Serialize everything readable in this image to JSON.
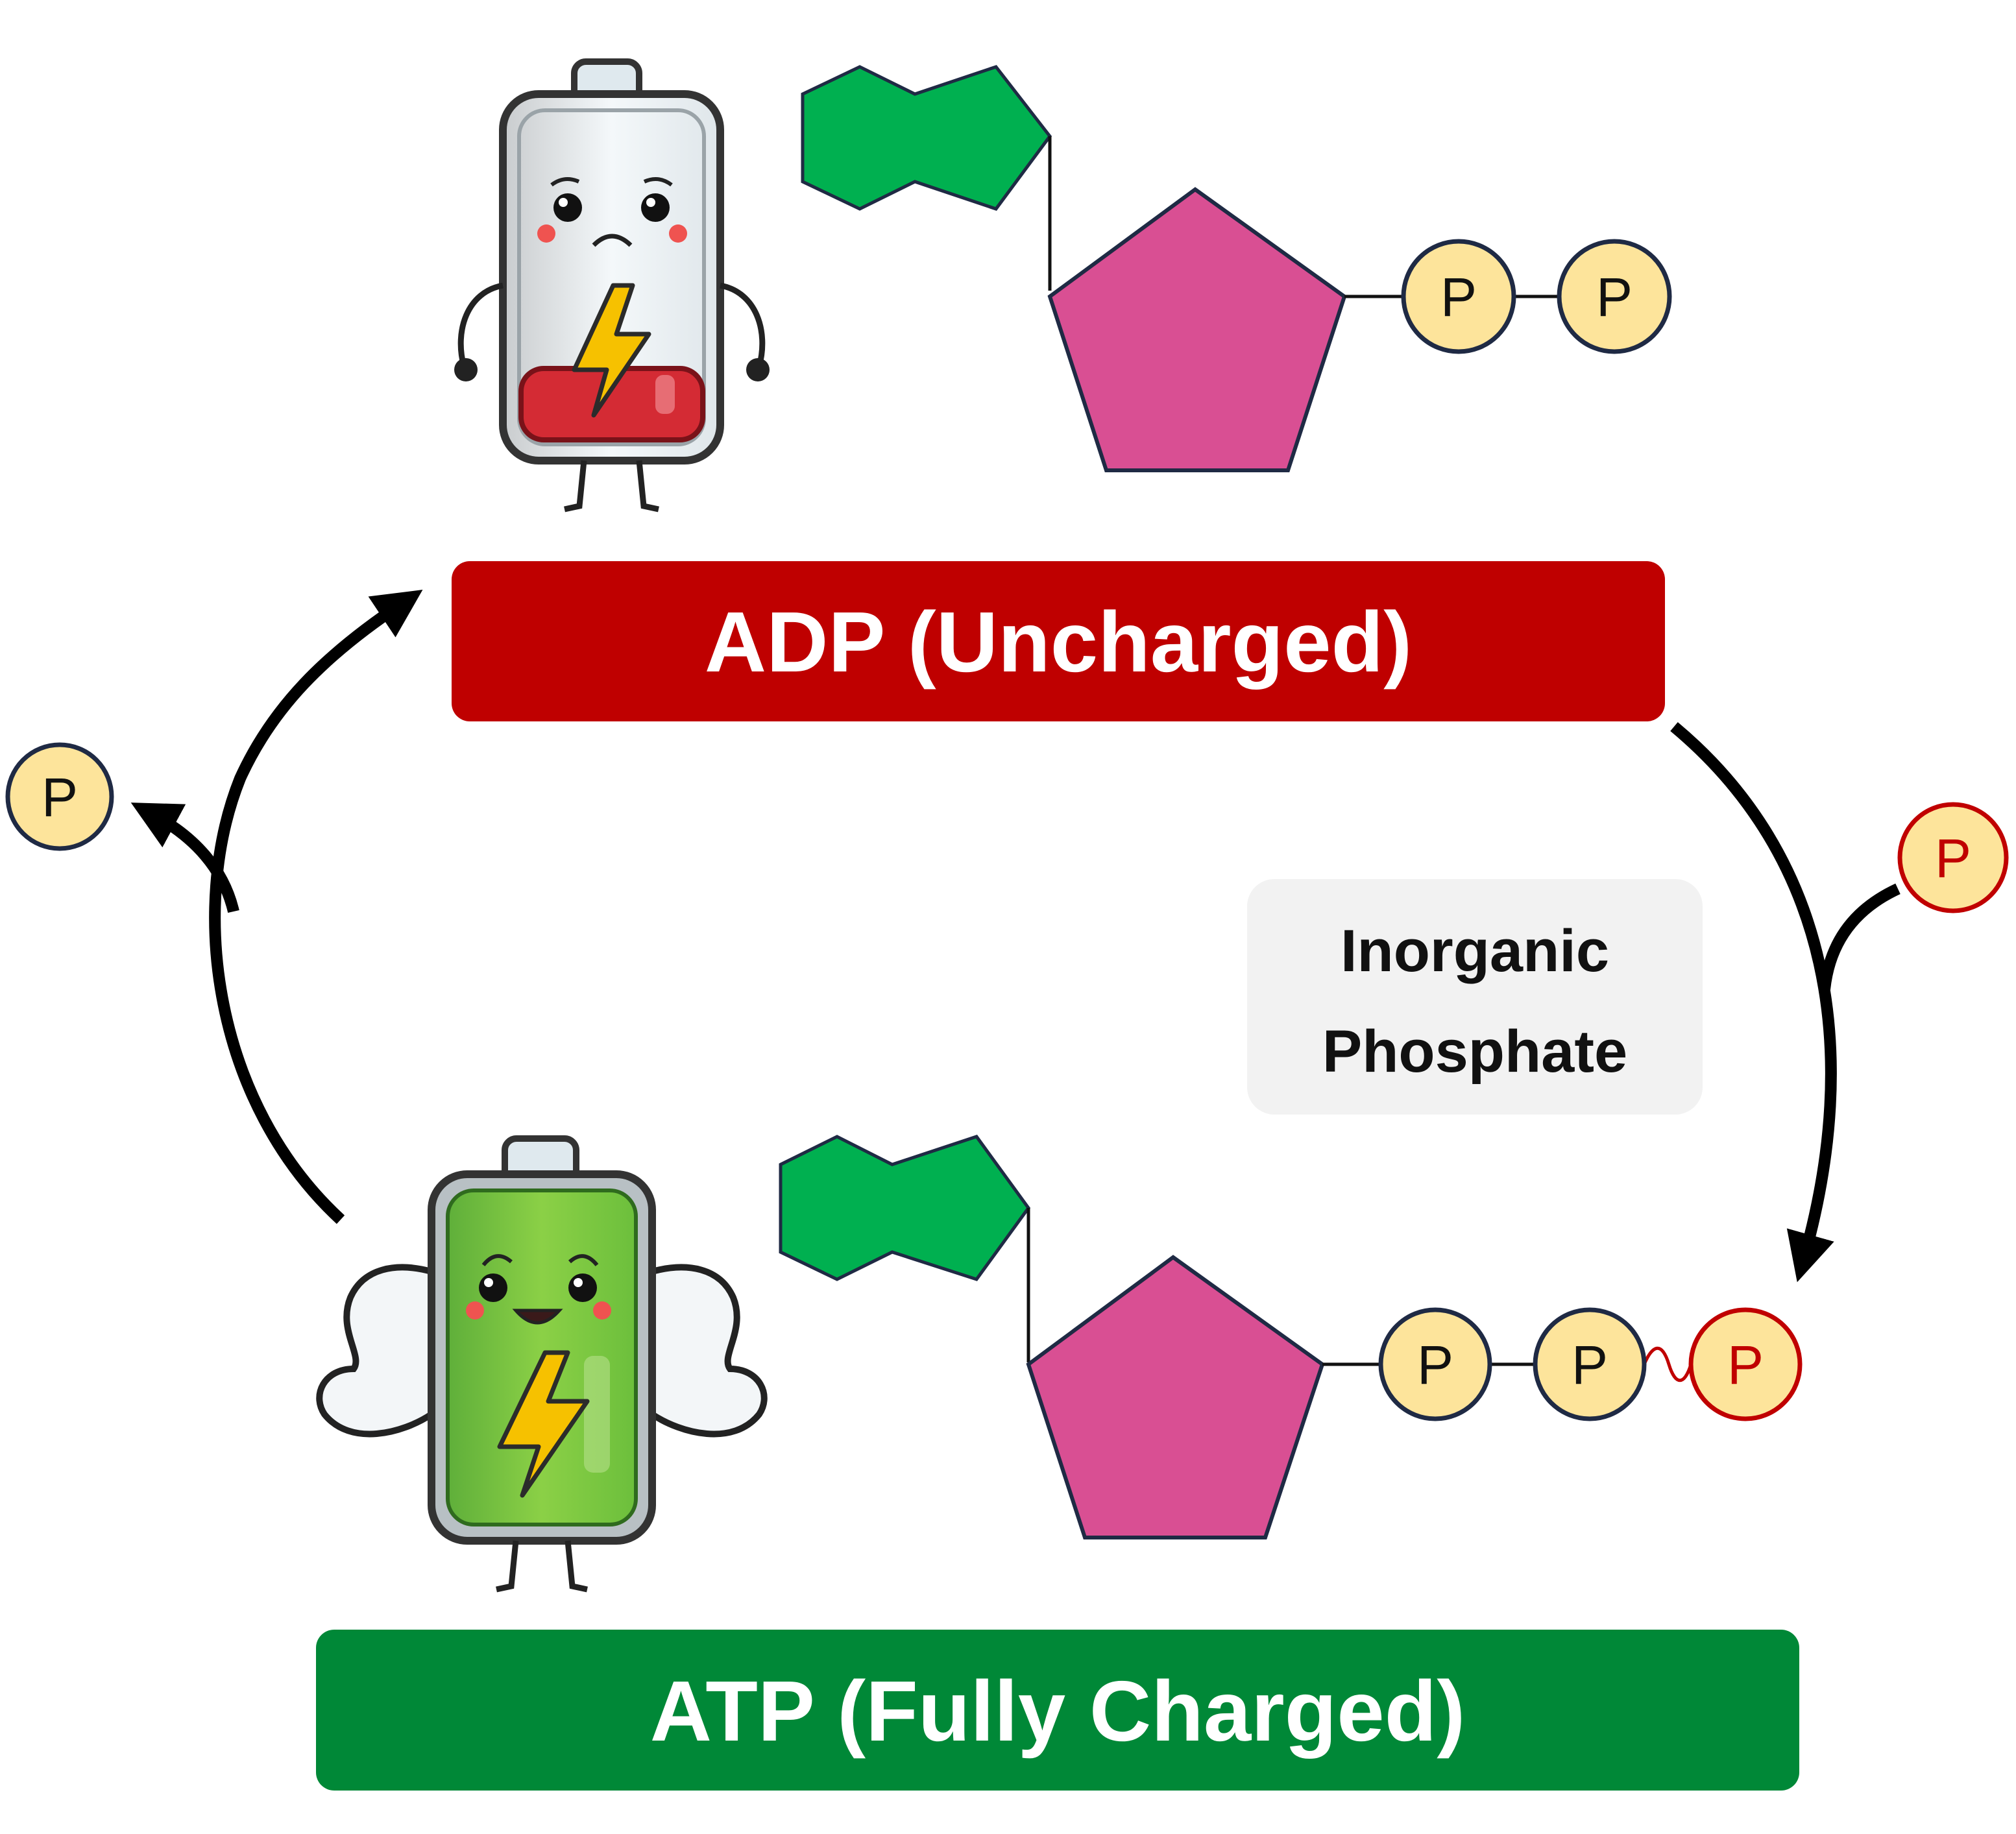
{
  "adp": {
    "label": "ADP (Uncharged)",
    "banner_color": "#bf0000",
    "phosphates": [
      "P",
      "P"
    ]
  },
  "atp": {
    "label": "ATP (Fully Charged)",
    "banner_color": "#008837",
    "phosphates": [
      "P",
      "P",
      "P"
    ]
  },
  "inorganic_phosphate": {
    "line1": "Inorganic",
    "line2": "Phosphate",
    "symbol": "P"
  },
  "released_phosphate": {
    "symbol": "P"
  },
  "colors": {
    "base_green": "#00b050",
    "ribose_pink": "#d94f93",
    "phosphate_fill": "#fde49b",
    "phosphate_stroke": "#1f2a44",
    "new_phosphate_stroke": "#c00000",
    "arrow": "#000000"
  },
  "icons": {
    "adp_battery": "sad-low-battery-icon",
    "atp_battery": "strong-full-battery-icon"
  }
}
